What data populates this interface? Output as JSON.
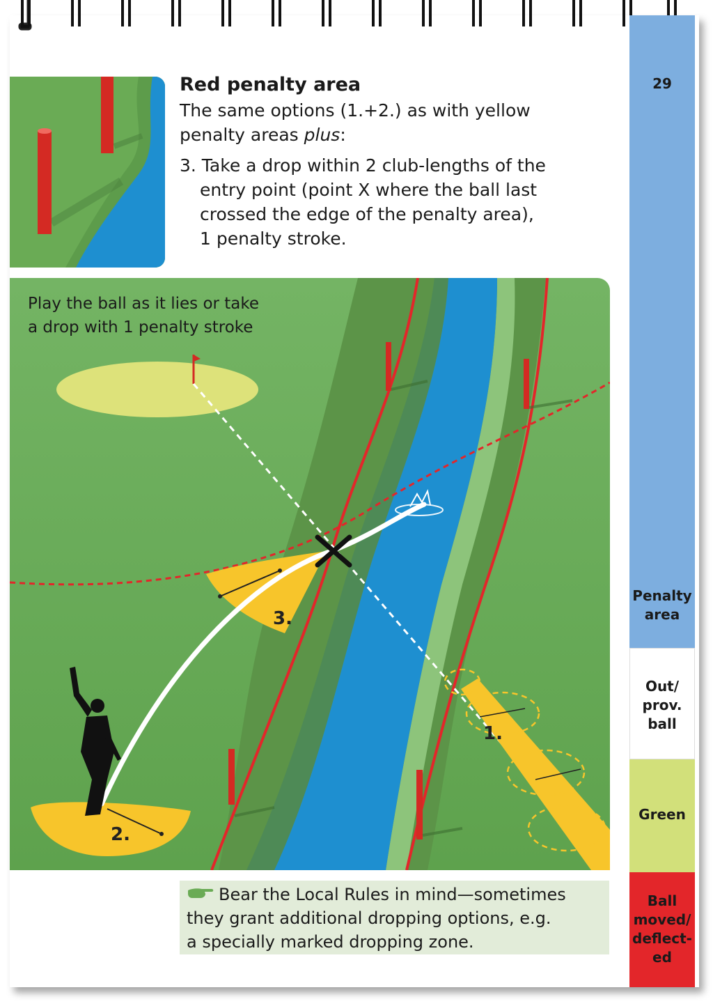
{
  "page_number": "29",
  "section": {
    "heading": "Red penalty area",
    "lines": [
      "The same options (1.+2.) as with yellow",
      "penalty areas ",
      "plus",
      ":",
      "3. Take a drop within 2 club-lengths of the",
      "entry point (point X where the ball last",
      "crossed the edge of the penalty area),",
      "1 penalty stroke."
    ]
  },
  "illustration": {
    "caption_lines": [
      "Play the ball as it lies or take",
      "a drop with 1 penalty stroke"
    ],
    "markers": [
      "1.",
      "2.",
      "3."
    ]
  },
  "note": {
    "icon": "pointing-hand-icon",
    "lines": [
      "Bear the Local Rules in mind—sometimes",
      "they grant additional dropping options, e.g.",
      "a specially marked dropping zone."
    ]
  },
  "tabs": [
    {
      "label_lines": [
        "Penalty",
        "area"
      ],
      "color": "#7daedf"
    },
    {
      "label_lines": [
        "Out/",
        "prov.",
        "ball"
      ],
      "color": "#ffffff"
    },
    {
      "label_lines": [
        "Green"
      ],
      "color": "#d2e07a"
    },
    {
      "label_lines": [
        "Ball",
        "moved/",
        "deflect-",
        "ed"
      ],
      "color": "#e3262a"
    }
  ],
  "colors": {
    "grass": "#6aab55",
    "water": "#1e8fd0",
    "penalty_line": "#e3262a",
    "drop_zone": "#f7c52b",
    "green": "#dde27a"
  }
}
